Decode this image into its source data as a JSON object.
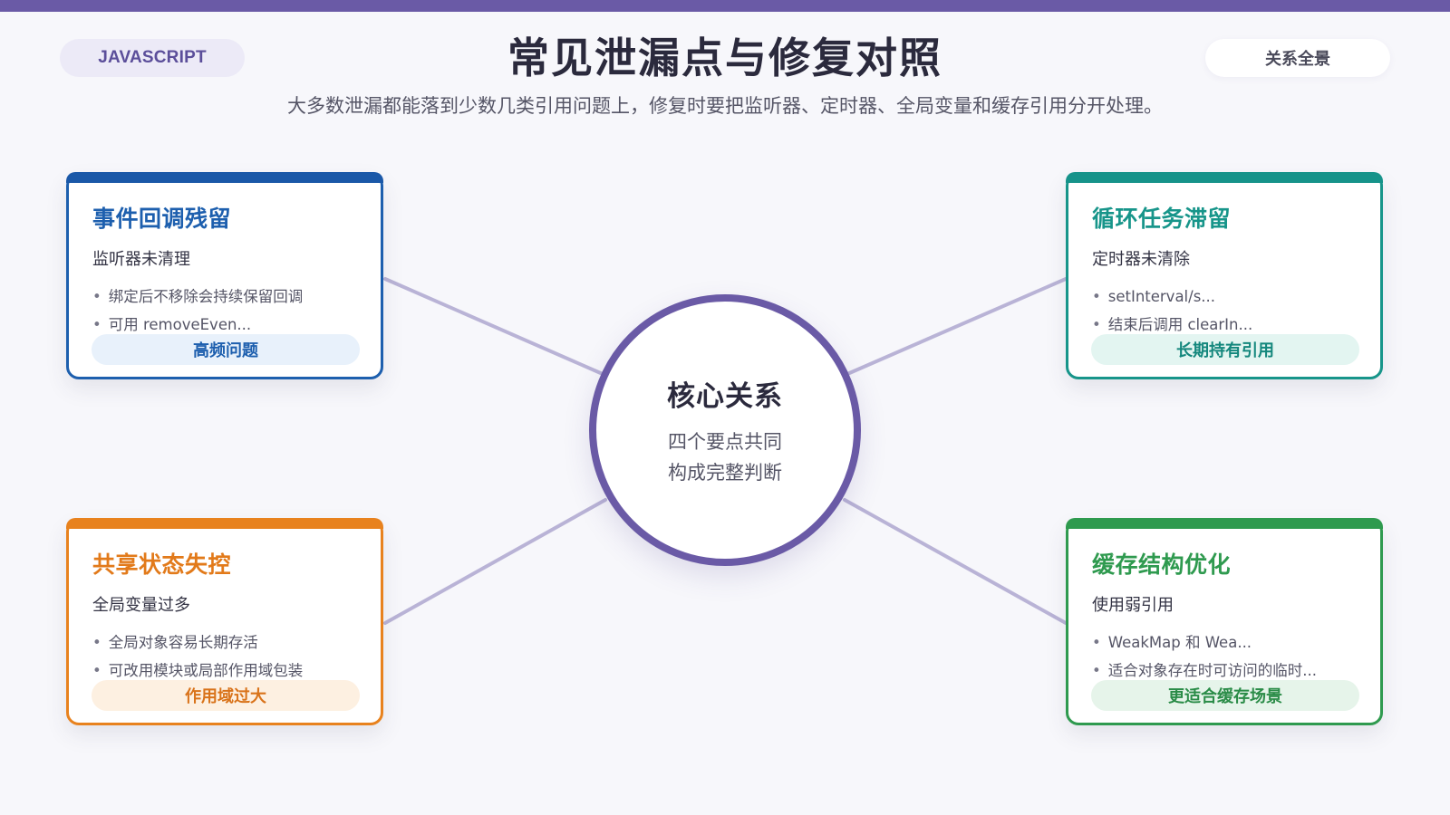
{
  "header": {
    "tag": "JAVASCRIPT",
    "title": "常见泄漏点与修复对照",
    "subtitle": "大多数泄漏都能落到少数几类引用问题上，修复时要把监听器、定时器、全局变量和缓存引用分开处理。",
    "view_label": "关系全景"
  },
  "colors": {
    "accent": "#6a5aa6",
    "link": "#b9b3d6",
    "blue": "#1d5fae",
    "teal": "#17958a",
    "orange": "#e8821e",
    "green": "#2f9a4f"
  },
  "hub": {
    "title": "核心关系",
    "line1": "四个要点共同",
    "line2": "构成完整判断"
  },
  "cards": [
    {
      "title": "事件回调残留",
      "subtitle": "监听器未清理",
      "bullets": [
        "绑定后不移除会持续保留回调",
        "可用 removeEven..."
      ],
      "badge": "高频问题"
    },
    {
      "title": "循环任务滞留",
      "subtitle": "定时器未清除",
      "bullets": [
        "setInterval/s...",
        "结束后调用 clearIn..."
      ],
      "badge": "长期持有引用"
    },
    {
      "title": "共享状态失控",
      "subtitle": "全局变量过多",
      "bullets": [
        "全局对象容易长期存活",
        "可改用模块或局部作用域包装"
      ],
      "badge": "作用域过大"
    },
    {
      "title": "缓存结构优化",
      "subtitle": "使用弱引用",
      "bullets": [
        "WeakMap 和 Wea...",
        "适合对象存在时可访问的临时..."
      ],
      "badge": "更适合缓存场景"
    }
  ]
}
